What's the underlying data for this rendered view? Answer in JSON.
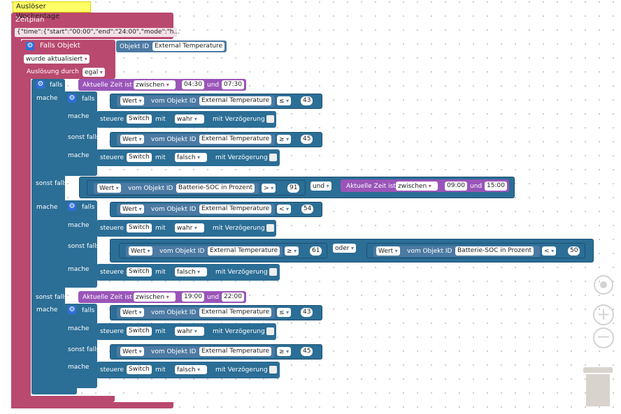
{
  "colors": {
    "trigger": "#b9496f",
    "logic": "#2b6e96",
    "time": "#9a55b8",
    "blue": "#4c7aa3",
    "yellow": "#ffff66"
  },
  "tooltip": "Auslöser Wochentage",
  "schedule": {
    "title": "Zeitplan",
    "json": "{\"time\":{\"start\":\"00:00\",\"end\":\"24:00\",\"mode\":\"h..."
  },
  "trigger": {
    "title": "Falls Objekt",
    "objid_label": "Objekt ID",
    "objid_value": "External Temperature",
    "updated": "wurde aktualisiert",
    "by_label": "Auslösung durch",
    "by_value": "egal"
  },
  "kw": {
    "falls": "falls",
    "mache": "mache",
    "sonst_falls": "sonst falls",
    "wert": "Wert",
    "vom": "vom Objekt ID",
    "steuere": "steuere",
    "mit": "mit",
    "verzoegerung": "mit Verzögerung",
    "und": "und",
    "oder": "oder",
    "zeit": "Aktuelle Zeit ist",
    "zwischen": "zwischen"
  },
  "values": {
    "ext": "External Temperature",
    "bat": "Batterie-SOC in Prozent",
    "switch": "Switch",
    "wahr": "wahr",
    "falsch": "falsch",
    "le": "≤",
    "ge": "≥",
    "gt": ">",
    "lt": "<",
    "n43": "43",
    "n45": "45",
    "n91": "91",
    "n54": "54",
    "n61": "61",
    "n50": "50",
    "t1a": "04:30",
    "t1b": "07:30",
    "t2a": "09:00",
    "t2b": "15:00",
    "t3a": "19:00",
    "t3b": "22:00"
  }
}
